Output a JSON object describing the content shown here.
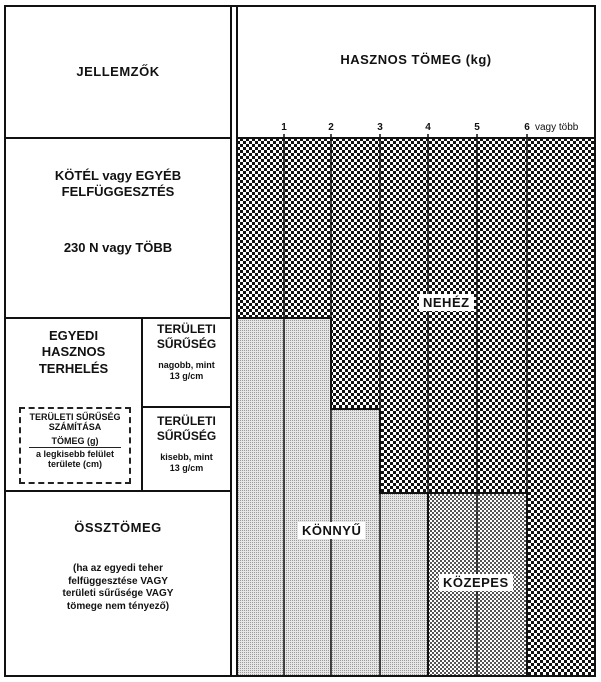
{
  "header": {
    "left": "JELLEMZŐK",
    "right": "HASZNOS TÖMEG (kg)"
  },
  "ticks": [
    "1",
    "2",
    "3",
    "4",
    "5",
    "6"
  ],
  "ticks_suffix": "vagy több",
  "rows": {
    "rope": {
      "title_line1": "KÖTÉL vagy EGYÉB",
      "title_line2": "FELFÜGGESZTÉS",
      "value": "230 N vagy TÖBB"
    },
    "single": {
      "title_line1": "EGYEDI",
      "title_line2": "HASZNOS",
      "title_line3": "TERHELÉS",
      "formula_line1": "TERÜLETI SŰRŰSÉG",
      "formula_line2": "SZÁMÍTÁSA",
      "formula_num": "TÖMEG (g)",
      "formula_den_line1": "a legkisebb felület",
      "formula_den_line2": "területe (cm)",
      "density_high": {
        "title_line1": "TERÜLETI",
        "title_line2": "SŰRŰSÉG",
        "desc_line1": "nagobb, mint",
        "desc_line2": "13 g/cm"
      },
      "density_low": {
        "title_line1": "TERÜLETI",
        "title_line2": "SŰRŰSÉG",
        "desc_line1": "kisebb, mint",
        "desc_line2": "13 g/cm"
      }
    },
    "total": {
      "title": "ÖSSZTÖMEG",
      "note_line1": "(ha az egyedi teher",
      "note_line2": "felfüggesztése VAGY",
      "note_line3": "területi sűrűsége VAGY",
      "note_line4": "tömege nem tényező)"
    }
  },
  "zones": {
    "heavy": "NEHÉZ",
    "light": "KÖNNYŰ",
    "medium": "KÖZEPES"
  },
  "colors": {
    "line": "#111111",
    "light_fill": "#d8d8d8",
    "heavy_dots": "#111111"
  }
}
